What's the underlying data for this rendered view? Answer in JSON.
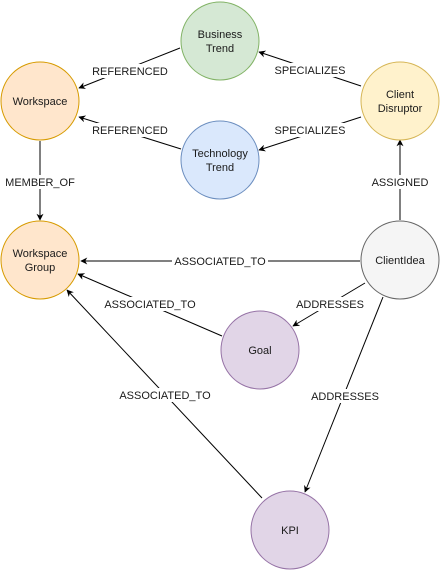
{
  "nodes": {
    "business_trend": {
      "lines": [
        "Business",
        "Trend"
      ],
      "fill": "#d5e8d4",
      "stroke": "#82b366"
    },
    "workspace": {
      "lines": [
        "Workspace"
      ],
      "fill": "#ffe6cc",
      "stroke": "#d79b00"
    },
    "technology_trend": {
      "lines": [
        "Technology",
        "Trend"
      ],
      "fill": "#dae8fc",
      "stroke": "#6c8ebf"
    },
    "client_disruptor": {
      "lines": [
        "Client",
        "Disruptor"
      ],
      "fill": "#fff2cc",
      "stroke": "#d6b656"
    },
    "workspace_group": {
      "lines": [
        "Workspace",
        "Group"
      ],
      "fill": "#ffe6cc",
      "stroke": "#d79b00"
    },
    "client_idea": {
      "lines": [
        "ClientIdea"
      ],
      "fill": "#f5f5f5",
      "stroke": "#666666"
    },
    "goal": {
      "lines": [
        "Goal"
      ],
      "fill": "#e1d5e7",
      "stroke": "#9673a6"
    },
    "kpi": {
      "lines": [
        "KPI"
      ],
      "fill": "#e1d5e7",
      "stroke": "#9673a6"
    }
  },
  "edges": {
    "business_to_workspace": "REFERENCED",
    "technology_to_workspace": "REFERENCED",
    "disruptor_to_business": "SPECIALIZES",
    "disruptor_to_technology": "SPECIALIZES",
    "workspace_to_group": "MEMBER_OF",
    "idea_to_disruptor": "ASSIGNED",
    "idea_to_group": "ASSOCIATED_TO",
    "goal_to_group": "ASSOCIATED_TO",
    "kpi_to_group": "ASSOCIATED_TO",
    "idea_to_goal": "ADDRESSES",
    "idea_to_kpi": "ADDRESSES"
  },
  "colors": {
    "edge": "#000000",
    "background": "#ffffff"
  }
}
